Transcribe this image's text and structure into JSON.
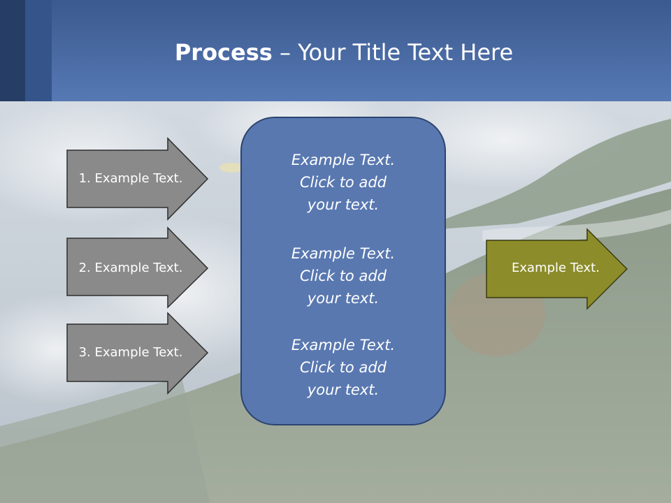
{
  "slide": {
    "title_bold": "Process",
    "title_rest": " – Your Title Text Here"
  },
  "inputs": [
    {
      "label": "1. Example Text."
    },
    {
      "label": "2. Example Text."
    },
    {
      "label": "3. Example Text."
    }
  ],
  "center_blocks": [
    {
      "lines": [
        "Example Text.",
        "Click  to add",
        "your text."
      ]
    },
    {
      "lines": [
        "Example Text.",
        "Click  to add",
        "your text."
      ]
    },
    {
      "lines": [
        "Example Text.",
        "Click  to add",
        "your text."
      ]
    }
  ],
  "output": {
    "label": "Example Text."
  },
  "colors": {
    "header": "#4a6aa3",
    "center_box": "#5978b0",
    "input_arrow": "#8a8a8a",
    "output_arrow": "#8c8c2a"
  }
}
